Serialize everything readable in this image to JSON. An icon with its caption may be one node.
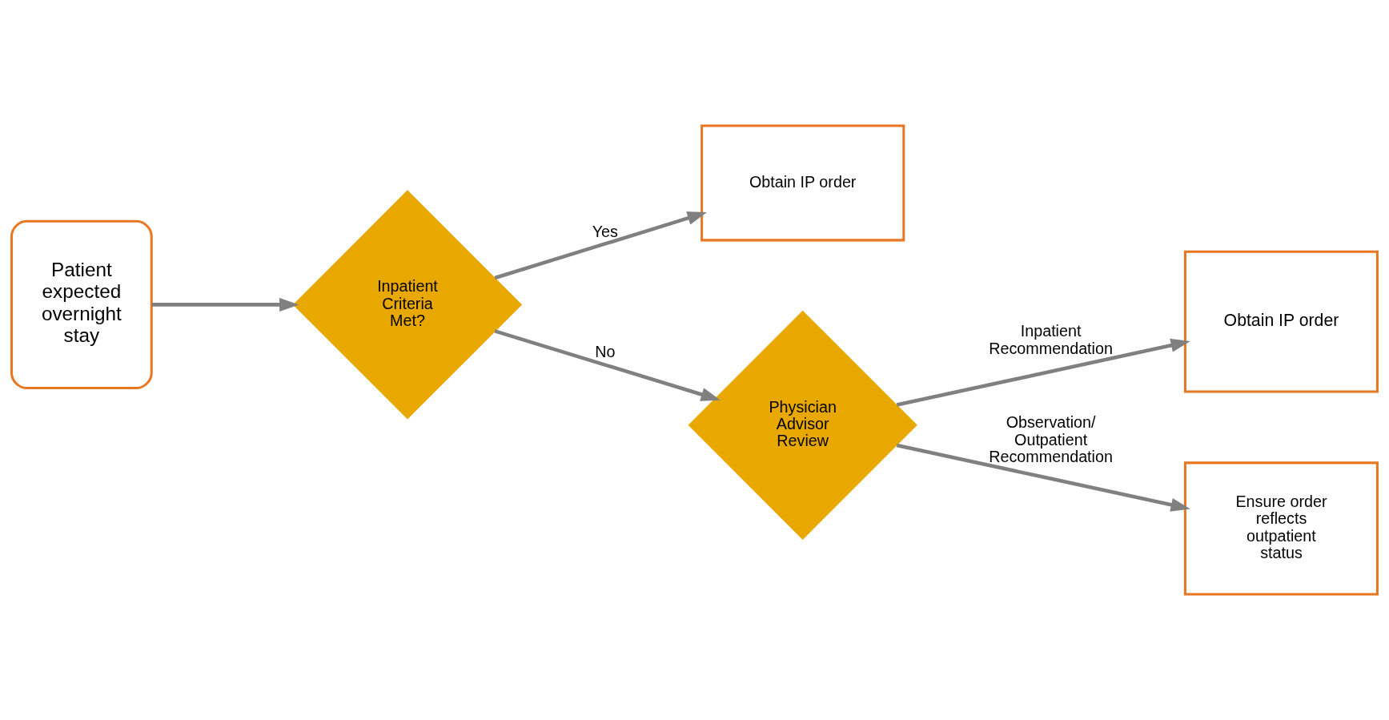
{
  "diagram": {
    "nodes": [
      {
        "text": [
          "Patient expected overnight stay"
        ]
      },
      {
        "text": [
          "Inpatient Criteria Met?"
        ]
      },
      {
        "text": [
          "Obtain IP order"
        ]
      },
      {
        "text": [
          "Physician Advisor Review"
        ]
      },
      {
        "text": [
          "Obtain IP order"
        ]
      },
      {
        "text": [
          "Ensure order reflects outpatient status"
        ]
      }
    ],
    "edges": [
      {
        "from": 0,
        "to": 1,
        "arrow": "to"
      },
      {
        "from": 1,
        "to": 2,
        "arrow": "to",
        "label": "Yes"
      },
      {
        "from": 1,
        "to": 3,
        "arrow": "to",
        "label": "No"
      },
      {
        "from": 3,
        "to": 4,
        "arrow": "to",
        "label": "Inpatient Recommendation"
      },
      {
        "from": 3,
        "to": 5,
        "arrow": "to",
        "label": "Observation/ Outpatient Recommendation"
      }
    ]
  }
}
